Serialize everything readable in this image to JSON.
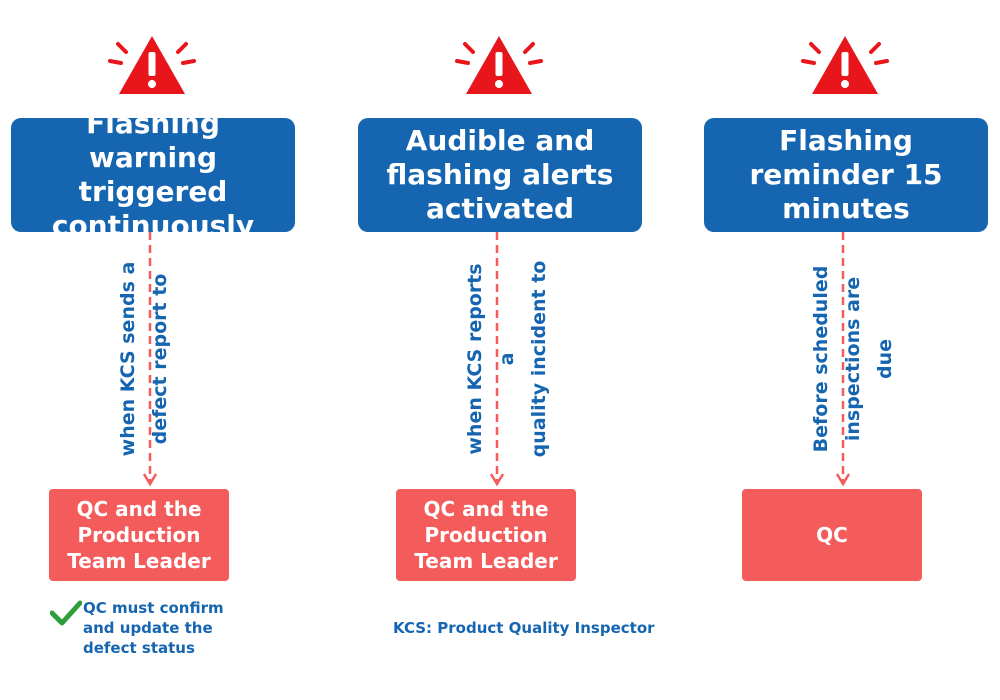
{
  "columns": [
    {
      "title": "Flashing warning triggered continuously",
      "condition": "when KCS sends a\ndefect report to",
      "target": "QC and the Production Team Leader"
    },
    {
      "title": "Audible and flashing alerts activated",
      "condition": "when KCS reports a\nquality incident to",
      "target": "QC and the Production Team Leader"
    },
    {
      "title": "Flashing reminder 15 minutes",
      "condition": "Before scheduled\ninspections are due",
      "target": "QC"
    }
  ],
  "note": "QC must confirm\nand update the\ndefect status",
  "legend": "KCS: Product Quality Inspector",
  "icons": {
    "alert": "warning-triangle-icon",
    "check": "check-icon"
  },
  "colors": {
    "title_box": "#1565b0",
    "target_box": "#f45b5b",
    "alert": "#e8151b",
    "connector": "#f45b5b",
    "text": "#1565b0",
    "check": "#2e9e3a"
  }
}
